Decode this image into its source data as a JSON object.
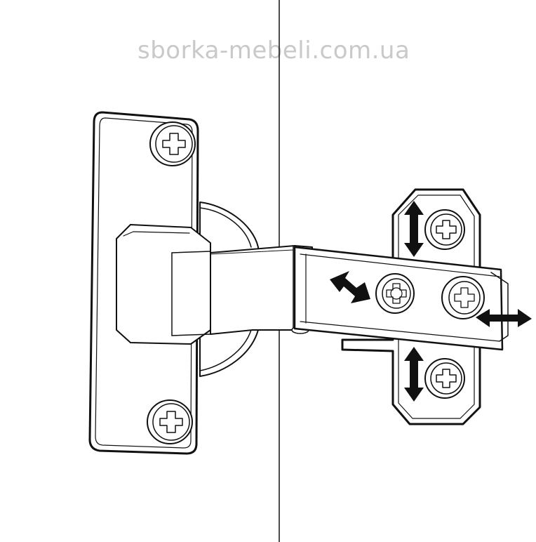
{
  "watermark": {
    "text": "sborka-mebeli.com.ua"
  },
  "colors": {
    "line": "#111111",
    "watermark": "#c9c9c9",
    "background": "#ffffff"
  },
  "diagram": {
    "subject": "concealed-furniture-hinge",
    "screws": [
      "cross-head-screw",
      "cross-head-screw",
      "cross-head-screw",
      "cross-head-screw",
      "cross-head-screw",
      "cross-head-screw"
    ],
    "adjustment_arrows": [
      "vertical-adjustment-arrow",
      "vertical-adjustment-arrow",
      "depth-adjustment-arrow",
      "lateral-adjustment-arrow"
    ]
  }
}
